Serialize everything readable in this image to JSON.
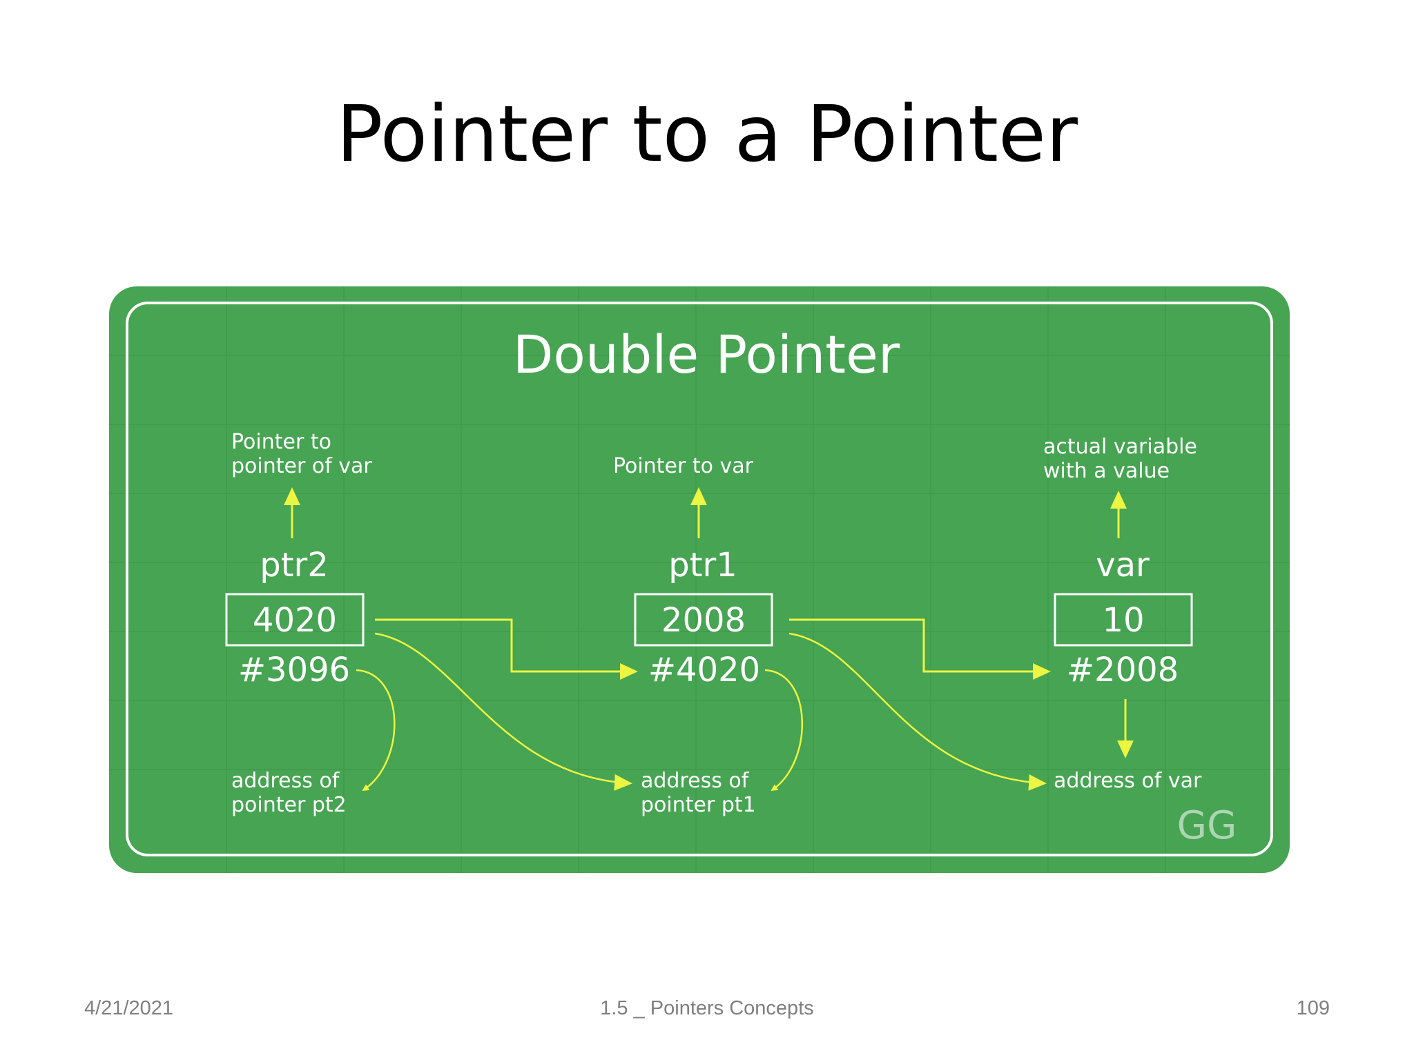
{
  "slide": {
    "title": "Pointer to a Pointer"
  },
  "diagram": {
    "title": "Double Pointer",
    "watermark": "GG",
    "colors": {
      "background": "#46a452",
      "box_stroke": "#ffffff",
      "arrow": "#ecf542",
      "text": "#ffffff"
    },
    "nodes": [
      {
        "id": "ptr2",
        "description_line1": "Pointer to",
        "description_line2": "pointer of var",
        "name": "ptr2",
        "value": "4020",
        "address": "#3096",
        "address_note_line1": "address of",
        "address_note_line2": "pointer pt2"
      },
      {
        "id": "ptr1",
        "description_line1": "Pointer to  var",
        "description_line2": "",
        "name": "ptr1",
        "value": "2008",
        "address": "#4020",
        "address_note_line1": "address of",
        "address_note_line2": "pointer pt1"
      },
      {
        "id": "var",
        "description_line1": "actual variable",
        "description_line2": "with a value",
        "name": "var",
        "value": "10",
        "address": "#2008",
        "address_note_line1": "address of var",
        "address_note_line2": ""
      }
    ]
  },
  "footer": {
    "date": "4/21/2021",
    "center": "1.5 _  Pointers Concepts",
    "page": "109"
  }
}
